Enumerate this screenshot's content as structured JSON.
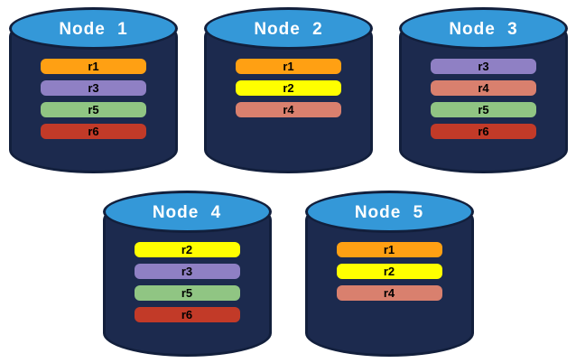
{
  "colors": {
    "page_bg": "#ffffff",
    "cylinder_body": "#1c2a4e",
    "cylinder_outline": "#121f3c",
    "cylinder_top": "#3498d8",
    "title_text": "#ffffff",
    "bar_text": "#000000"
  },
  "replica_colors": {
    "r1": "#ffa013",
    "r2": "#ffff00",
    "r3": "#8f80c4",
    "r4": "#d9806e",
    "r5": "#90c583",
    "r6": "#c23a28"
  },
  "nodes": [
    {
      "label": "Node 1",
      "replicas": [
        "r1",
        "r3",
        "r5",
        "r6"
      ]
    },
    {
      "label": "Node 2",
      "replicas": [
        "r1",
        "r2",
        "r4"
      ]
    },
    {
      "label": "Node 3",
      "replicas": [
        "r3",
        "r4",
        "r5",
        "r6"
      ]
    },
    {
      "label": "Node 4",
      "replicas": [
        "r2",
        "r3",
        "r5",
        "r6"
      ]
    },
    {
      "label": "Node 5",
      "replicas": [
        "r1",
        "r2",
        "r4"
      ]
    }
  ],
  "layout": {
    "rows": [
      [
        0,
        1,
        2
      ],
      [
        3,
        4
      ]
    ]
  }
}
